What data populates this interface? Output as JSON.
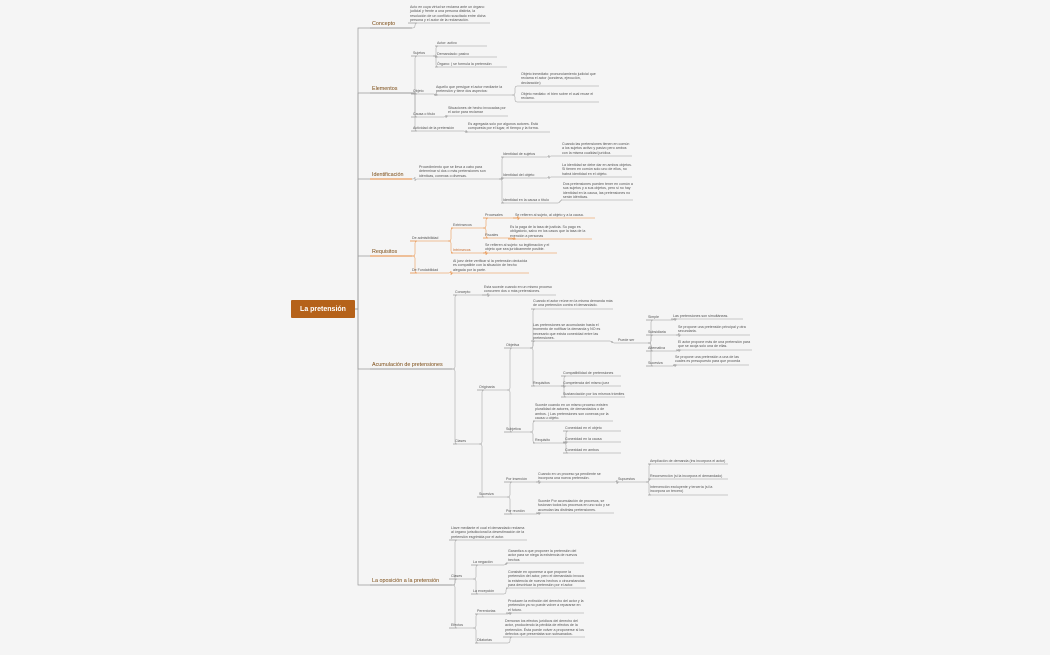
{
  "root": "La pretensión",
  "colors": {
    "root": "#b5621a",
    "branch": "#9a9a9a",
    "accent": "#e8893a",
    "text": "#555555"
  },
  "nodes": {
    "concepto": "Concepto",
    "concepto_desc": "Acto en cuya virtud se reclama ante un órgano judicial y frente a una persona distinta, la resolución de un conflicto suscitado entre dicha persona y el autor de la reclamación.",
    "elementos": "Elementos",
    "sujetos": "Sujetos",
    "suj_activo": "Actor: activo",
    "suj_pasivo": "Demandado: pasivo",
    "suj_organo": "Órgano: ( se formula la pretensión",
    "objeto": "Objeto",
    "objeto_desc": "Aquello que persigue el actor mediante la pretensión y tiene dos aspectos:",
    "obj_inmediato": "Objeto inmediato: pronunciamiento judicial que reclama el actor (condena, ejecución, declaración)",
    "obj_mediato": "Objeto mediato: el bien sobre el cual recae el reclamo.",
    "causa": "Causa o título",
    "causa_desc": "Situaciones de hecho invocadas por el actor para reclamar",
    "actividad": "Actividad de la pretensión",
    "actividad_desc": "Es agregada solo por algunos autores. Está compuesta por el lugar, el tiempo y la forma.",
    "identificacion": "Identificación",
    "ident_desc": "Procedimiento que se lleva a cabo para determinar si dos o más pretensiones son idénticas, conexas o diversas.",
    "id_sujetos": "Identidad de sujetos",
    "id_sujetos_desc": "Cuando las pretensiones tienen en común a los sujetos activo y pasivo pero ambos con la misma cualidad jurídica.",
    "id_objeto": "Identidad del objeto",
    "id_objeto_desc": "La identidad se debe dar en ambos objetos. Si tienen en común solo uno de ellos, no habrá identidad en el objeto.",
    "id_causa": "Identidad en la causa o título",
    "id_causa_desc": "Dos pretensiones pueden tener en común a sus sujetos y a sus objetos, pero si no hay identidad en la causa, las pretensiones no serán idénticas.",
    "requisitos": "Requisitos",
    "admisibilidad": "De admisibilidad",
    "extrinsecos": "Extrínsecos",
    "intrinsecos": "Intrínsecos",
    "procesales": "Procesales",
    "procesales_desc": "Se refieren al sujeto, al objeto y a la causa.",
    "fiscales": "Fiscales",
    "fiscales_desc": "Es la paga de la tasa de justicia. Su pago es obligatorio, salvo en los casos que la tasa de la exención a personas",
    "intrinsecos_desc": "Se refieren al sujeto: su legitimación y el objeto que sea jurídicamente posible.",
    "fundabilidad": "De Fundabilidad",
    "fundabilidad_desc": "Al juez debe verificar si la pretensión deducida es compatible con la situación de hecho alegada por la parte.",
    "acumulacion": "Acumulación de pretensiones",
    "acu_concepto": "Concepto",
    "acu_concepto_desc": "Esta sucede cuando en un mismo proceso concurren dos o más pretensiones.",
    "clases": "Clases",
    "originaria": "Originaria",
    "objetiva": "Objetiva",
    "objetiva_desc1": "Cuando el actor reúne en la misma demanda más de una pretensión contra el demandado.",
    "objetiva_desc2": "Las pretensiones se acumularán hasta el momento de notificar la demanda y NO es necesario que exista conexidad entre las pretensiones.",
    "puede_ser": "Puede ser",
    "simple": "Simple",
    "simple_desc": "Las pretensiones son simultáneas.",
    "subsidiaria": "Subsidiaria",
    "subsidiaria_desc": "Se propone una pretensión principal y otra secundaria.",
    "alternativa": "Alternativa",
    "alternativa_desc": "El actor propone más de una pretensión para que se acoja solo una de ellas.",
    "sucesiva": "Sucesiva",
    "sucesiva_desc": "Se propone una pretensión a una de las cuales es presupuesto para que proceda",
    "requisitos_acu": "Requisitos",
    "req_comp1": "Compatibilidad de pretensiones",
    "req_comp2": "Competencia del mismo juez",
    "req_comp3": "Sustanciación por los mismos trámites",
    "subjetiva": "Subjetiva",
    "subjetiva_desc": "Sucede cuando en un mismo proceso existen pluralidad de actores, de demandados o de ambos. ( Las pretensiones son conexas por la causa u objeto.",
    "requisito_sub": "Requisito",
    "req_sub1": "Conexidad en el objeto",
    "req_sub2": "Conexidad en la causa",
    "req_sub3": "Conexidad en ambos",
    "sucesiva_cl": "Sucesiva",
    "insercion": "Por inserción",
    "insercion_desc": "Cuando en un proceso ya pendiente se incorpora una nueva pretensión.",
    "supuestos": "Supuestos",
    "sup1": "Ampliación de demanda (ins incorpora el actor)",
    "sup2": "Reconvención (si la incorpora el demandado)",
    "sup3": "Intervención excluyente y tercería (si la incorpora un tercero)",
    "reunion": "Por reunión",
    "reunion_desc": "Sucede Por acumulación de procesos, se fusionan todos los procesos en uno solo y se acumulan las distintas pretensiones.",
    "oposicion": "La oposición a la pretensión",
    "oposicion_desc": "Llave mediante el cual el demandado reclama al órgano jurisdiccional la desestimación de la pretensión esgrimida por el actor.",
    "op_clases": "Clases",
    "negacion": "La negación",
    "negacion_desc": "Garantiza a que proponer la pretensión del actor para se niega la existencia de nuevos hechos",
    "excepcion": "La excepción",
    "excepcion_desc": "Consiste en oponerse a que propone la pretensión del actor, pero el demandado invoca la existencia de nuevos hechos o circunstancias para desvirtuar la pretensión por el actor.",
    "efectos": "Efectos",
    "perentorias": "Perentorias",
    "perentorias_desc": "Producen la extinción del derecho del actor y la pretensión ya no puede volver a repararse en el futuro.",
    "dilatorias": "Dilatorias",
    "dilatorias_desc": "Demoran los efectos jurídicos del derecho del actor, produciendo la pérdida de efectos de la pretensión. Ésta puede volver a proponerse si los defectos que presentaba son subsanados."
  }
}
